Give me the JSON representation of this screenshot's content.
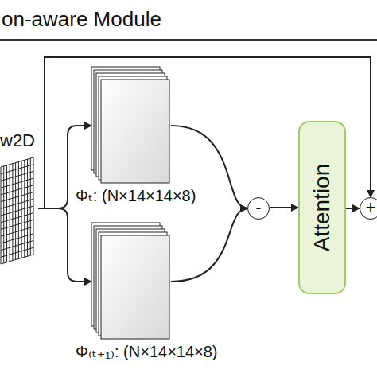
{
  "diagram": {
    "title": "on-aware Module",
    "nodes": [
      {
        "text": [
          "w2D"
        ]
      },
      {
        "text": [
          "Φₜ: (N×14×14×8)"
        ]
      },
      {
        "text": [
          "Φ₍ₜ₊₁₎: (N×14×14×8)"
        ]
      },
      {
        "text": [
          "-"
        ]
      },
      {
        "text": [
          "Attention"
        ]
      },
      {
        "text": [
          "+"
        ]
      }
    ],
    "edges": [
      {
        "from": 0,
        "to": 1,
        "arrow": "to"
      },
      {
        "from": 0,
        "to": 2,
        "arrow": "to"
      },
      {
        "from": 0,
        "to": 5,
        "arrow": "to"
      },
      {
        "from": 1,
        "to": 3,
        "arrow": "to"
      },
      {
        "from": 2,
        "to": 3,
        "arrow": "to"
      },
      {
        "from": 3,
        "to": 4,
        "arrow": "to"
      },
      {
        "from": 4,
        "to": 5,
        "arrow": "to"
      }
    ]
  }
}
